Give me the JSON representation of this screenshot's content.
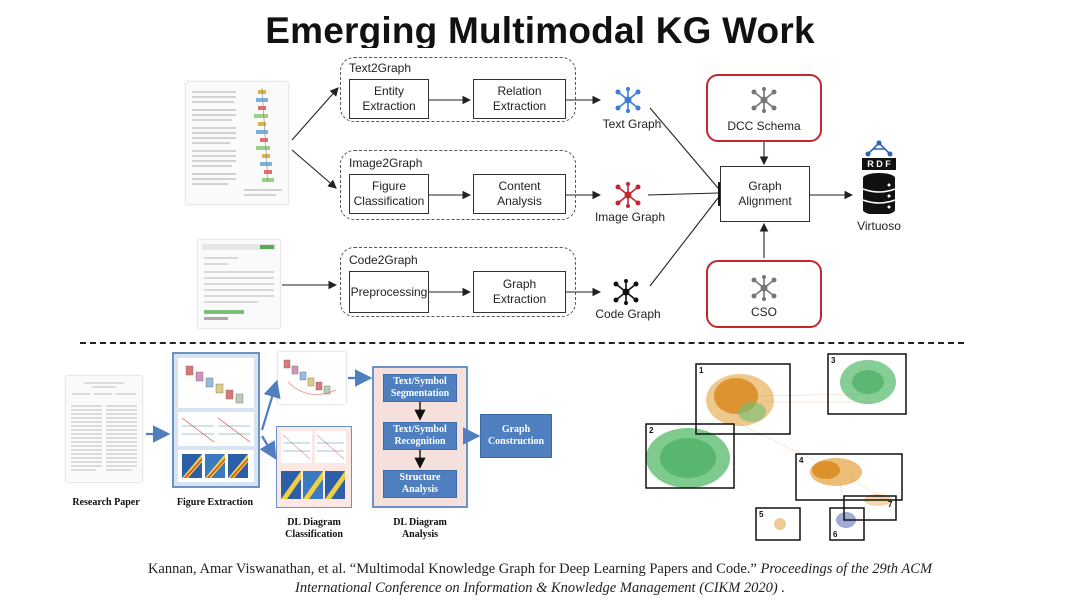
{
  "title": "Emerging Multimodal KG Work",
  "pipeline": {
    "text2graph": {
      "label": "Text2Graph",
      "step1": "Entity\nExtraction",
      "step2": "Relation\nExtraction",
      "output": "Text Graph"
    },
    "image2graph": {
      "label": "Image2Graph",
      "step1": "Figure\nClassification",
      "step2": "Content\nAnalysis",
      "output": "Image Graph"
    },
    "code2graph": {
      "label": "Code2Graph",
      "step1": "Preprocessing",
      "step2": "Graph\nExtraction",
      "output": "Code Graph"
    },
    "dcc_schema": "DCC Schema",
    "cso": "CSO",
    "alignment": "Graph\nAlignment",
    "virtuoso": "Virtuoso",
    "rdf_letters": "R D F",
    "colors": {
      "text_graph": "#3b7dd8",
      "image_graph": "#c0282d",
      "code_graph": "#111111",
      "schema": "#777777",
      "red_border": "#c0282d"
    }
  },
  "bottom_left": {
    "research_paper": "Research Paper",
    "figure_extraction": "Figure Extraction",
    "dl_classification": "DL Diagram\nClassification",
    "dl_analysis": "DL Diagram\nAnalysis",
    "text_symbol_segmentation": "Text/Symbol\nSegmentation",
    "text_symbol_recognition": "Text/Symbol\nRecognition",
    "structure_analysis": "Structure\nAnalysis",
    "graph_construction": "Graph\nConstruction"
  },
  "clusters": [
    "1",
    "2",
    "3",
    "4",
    "5",
    "6",
    "7"
  ],
  "citation": {
    "plain": "Kannan, Amar Viswanathan, et al. “Multimodal Knowledge Graph for Deep Learning Papers and Code.” ",
    "italic1": "Proceedings of the 29th ACM",
    "italic2": "International Conference on Information & Knowledge Management",
    "tail": "  (CIKM 2020) ."
  }
}
